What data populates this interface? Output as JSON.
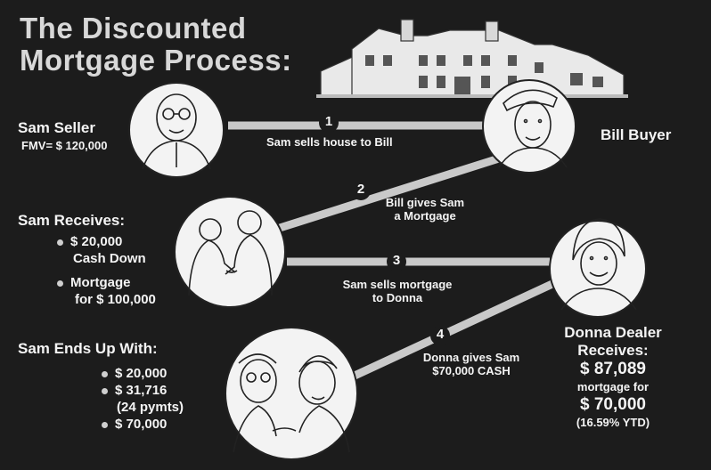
{
  "title": {
    "line1": "The Discounted",
    "line2": "Mortgage Process:"
  },
  "seller": {
    "name": "Sam Seller",
    "fmv": "FMV= $ 120,000"
  },
  "buyer": {
    "name": "Bill Buyer"
  },
  "steps": [
    {
      "num": "1",
      "text": "Sam sells house to Bill"
    },
    {
      "num": "2",
      "line1": "Bill gives Sam",
      "line2": "a Mortgage"
    },
    {
      "num": "3",
      "line1": "Sam sells mortgage",
      "line2": "to Donna"
    },
    {
      "num": "4",
      "line1": "Donna gives Sam",
      "line2": "$70,000 CASH"
    }
  ],
  "receives": {
    "heading": "Sam Receives:",
    "b1_line1": "$ 20,000",
    "b1_line2": "Cash Down",
    "b2_line1": "Mortgage",
    "b2_line2": "for $ 100,000"
  },
  "ends": {
    "heading": "Sam Ends Up With:",
    "b1": "$ 20,000",
    "b2_line1": "$ 31,716",
    "b2_line2": "(24 pymts)",
    "b3": "$ 70,000"
  },
  "dealer": {
    "line1": "Donna Dealer",
    "line2": "Receives:",
    "amount1": "$ 87,089",
    "mid": "mortgage for",
    "amount2": "$ 70,000",
    "ytd": "(16.59% YTD)"
  },
  "colors": {
    "background": "#1c1c1c",
    "connector": "#c9c9c9",
    "portrait_fill": "#f3f3f3"
  },
  "icons": [
    "house-icon",
    "sam-portrait-icon",
    "bill-portrait-icon",
    "handshake-icon",
    "donna-portrait-icon",
    "couple-icon"
  ]
}
